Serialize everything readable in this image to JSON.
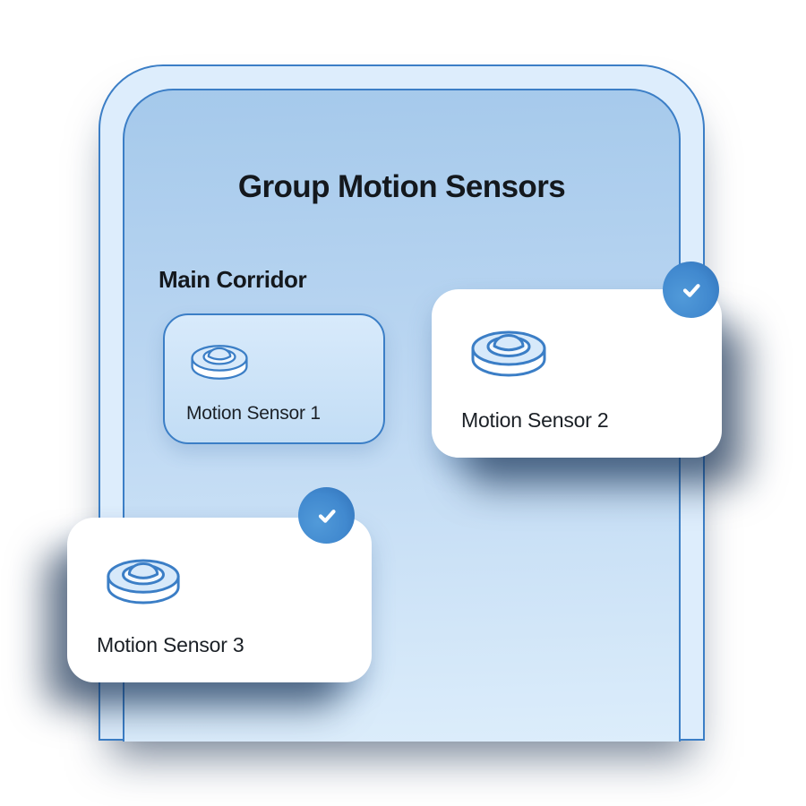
{
  "title": "Group Motion Sensors",
  "group": {
    "label": "Main Corridor"
  },
  "cards": [
    {
      "label": "Motion Sensor 1",
      "selected": false,
      "style": "grouped"
    },
    {
      "label": "Motion Sensor 2",
      "selected": true,
      "style": "floating"
    },
    {
      "label": "Motion Sensor 3",
      "selected": true,
      "style": "floating"
    }
  ],
  "icons": {
    "sensor": "motion-sensor-icon",
    "check": "check-icon"
  },
  "colors": {
    "accent_border": "#3b7ec6",
    "panel_outer": "#ddedfc",
    "panel_inner_top": "#a5c9eb",
    "panel_inner_bottom": "#dcedfb",
    "card_grouped_top": "#d8eafb",
    "card_grouped_bottom": "#c2ddf5",
    "card_white": "#ffffff",
    "badge_blue": "#3f86cc",
    "shadow_navy": "#0e2747",
    "text_dark": "#14181d"
  }
}
